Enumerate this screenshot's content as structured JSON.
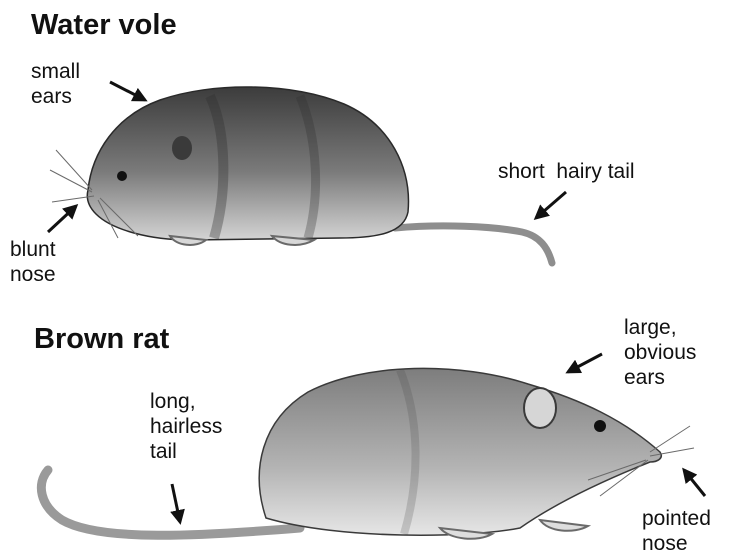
{
  "water_vole": {
    "title": "Water vole",
    "labels": {
      "small_ears": [
        "small",
        "ears"
      ],
      "blunt_nose": [
        "blunt",
        "nose"
      ],
      "short_hairy_tail": [
        "short  hairy tail"
      ]
    }
  },
  "brown_rat": {
    "title": "Brown rat",
    "labels": {
      "large_obvious_ears": [
        "large,",
        "obvious",
        "ears"
      ],
      "long_hairless_tail": [
        "long,",
        "hairless",
        "tail"
      ],
      "pointed_nose": [
        "pointed",
        "nose"
      ]
    }
  },
  "colors": {
    "fur_light": "#bdbdbd",
    "fur_dark": "#555555",
    "outline": "#2a2a2a",
    "arrow": "#111111"
  }
}
